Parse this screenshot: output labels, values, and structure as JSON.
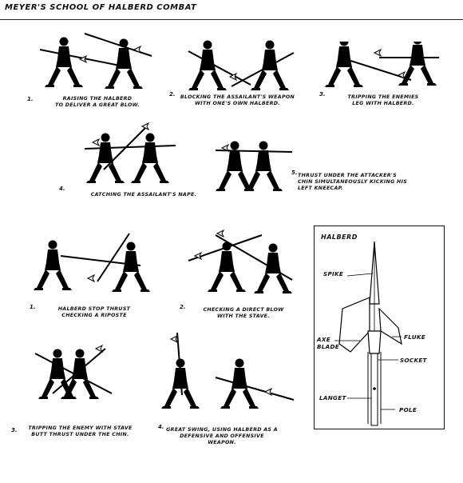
{
  "title": "MEYER'S SCHOOL OF HALBERD COMBAT",
  "figures": [
    {
      "num": "1.",
      "caption_lines": [
        "RAISING THE HALBERD",
        "TO DELIVER A GREAT BLOW."
      ]
    },
    {
      "num": "2.",
      "caption_lines": [
        "BLOCKING THE ASSAILANT'S WEAPON",
        "WITH ONE'S OWN HALBERD."
      ]
    },
    {
      "num": "3.",
      "caption_lines": [
        "TRIPPING THE ENEMIES",
        "LEG WITH HALBERD."
      ]
    },
    {
      "num": "4.",
      "caption_lines": [
        "CATCHING THE ASSAILANT'S NAPE."
      ]
    },
    {
      "num": "5.",
      "caption_lines": [
        "THRUST UNDER THE ATTACKER'S",
        "CHIN SIMULTANEOUSLY KICKING HIS",
        "LEFT KNEECAP."
      ]
    },
    {
      "num": "1.",
      "caption_lines": [
        "HALBERD STOP THRUST",
        "CHECKING A RIPOSTE"
      ]
    },
    {
      "num": "2.",
      "caption_lines": [
        "CHECKING A DIRECT BLOW",
        "WITH THE STAVE."
      ]
    },
    {
      "num": "3.",
      "caption_lines": [
        "TRIPPING THE ENEMY WITH STAVE",
        "BUTT THRUST UNDER THE CHIN."
      ]
    },
    {
      "num": "4.",
      "caption_lines": [
        "GREAT SWING, USING HALBERD AS A",
        "DEFENSIVE AND OFFENSIVE WEAPON."
      ]
    }
  ],
  "halberd": {
    "title": "HALBERD",
    "labels": {
      "spike": "SPIKE",
      "axe_blade_1": "AXE",
      "axe_blade_2": "BLADE",
      "fluke": "FLUKE",
      "socket": "SOCKET",
      "langet": "LANGET",
      "pole": "POLE"
    }
  }
}
